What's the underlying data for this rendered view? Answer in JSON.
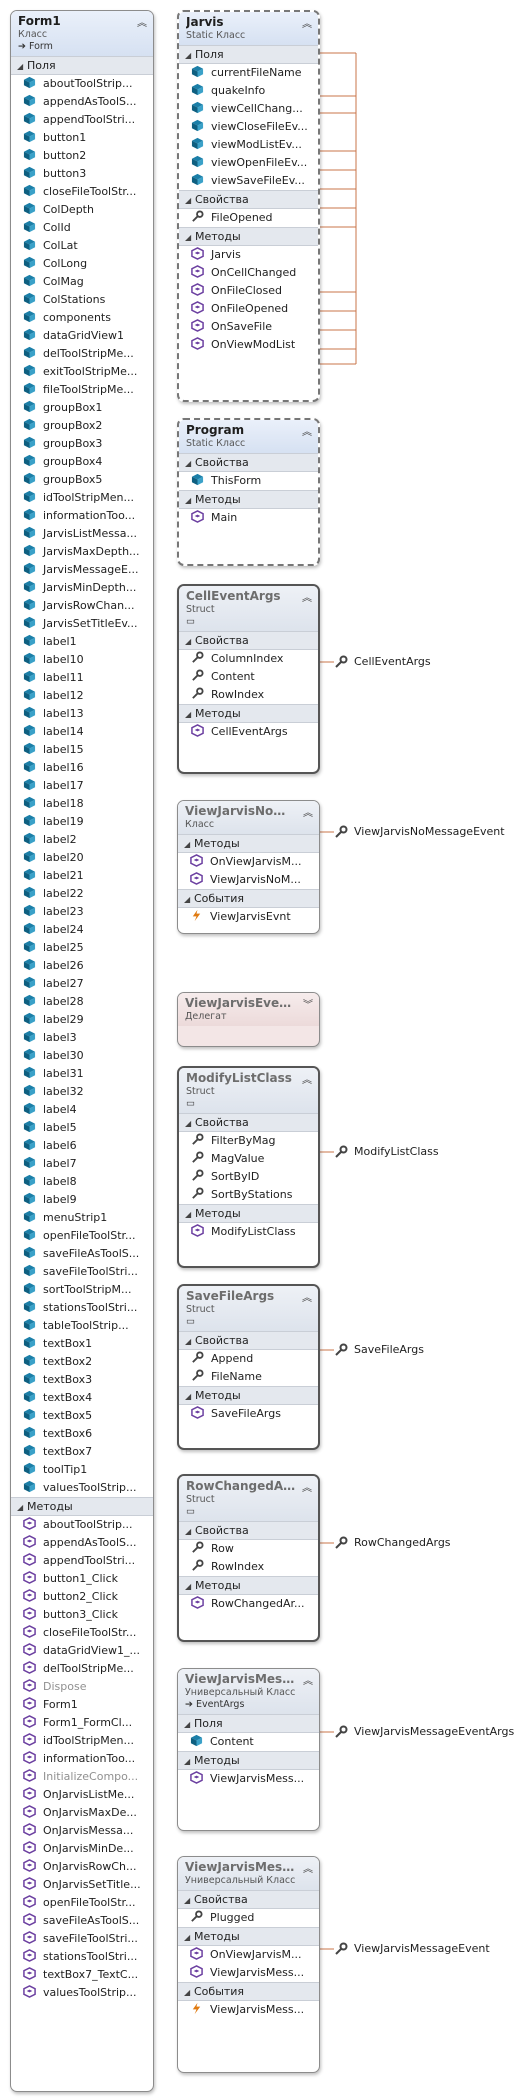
{
  "sections": {
    "fields": "Поля",
    "methods": "Методы",
    "props": "Свойства",
    "events": "События"
  },
  "form1": {
    "title": "Form1",
    "kind": "Класс",
    "base": "Form",
    "fields": [
      "aboutToolStrip...",
      "appendAsToolS...",
      "appendToolStri...",
      "button1",
      "button2",
      "button3",
      "closeFileToolStr...",
      "ColDepth",
      "ColId",
      "ColLat",
      "ColLong",
      "ColMag",
      "ColStations",
      "components",
      "dataGridView1",
      "delToolStripMe...",
      "exitToolStripMe...",
      "fileToolStripMe...",
      "groupBox1",
      "groupBox2",
      "groupBox3",
      "groupBox4",
      "groupBox5",
      "idToolStripMen...",
      "informationToo...",
      "JarvisListMessa...",
      "JarvisMaxDepth...",
      "JarvisMessageE...",
      "JarvisMinDepth...",
      "JarvisRowChan...",
      "JarvisSetTitleEv...",
      "label1",
      "label10",
      "label11",
      "label12",
      "label13",
      "label14",
      "label15",
      "label16",
      "label17",
      "label18",
      "label19",
      "label2",
      "label20",
      "label21",
      "label22",
      "label23",
      "label24",
      "label25",
      "label26",
      "label27",
      "label28",
      "label29",
      "label3",
      "label30",
      "label31",
      "label32",
      "label4",
      "label5",
      "label6",
      "label7",
      "label8",
      "label9",
      "menuStrip1",
      "openFileToolStr...",
      "saveFileAsToolS...",
      "saveFileToolStri...",
      "sortToolStripM...",
      "stationsToolStri...",
      "tableToolStrip...",
      "textBox1",
      "textBox2",
      "textBox3",
      "textBox4",
      "textBox5",
      "textBox6",
      "textBox7",
      "toolTip1",
      "valuesToolStrip..."
    ],
    "methods": [
      "aboutToolStrip...",
      "appendAsToolS...",
      "appendToolStri...",
      "button1_Click",
      "button2_Click",
      "button3_Click",
      "closeFileToolStr...",
      "dataGridView1_...",
      "delToolStripMe...",
      "Dispose",
      "Form1",
      "Form1_FormCl...",
      "idToolStripMen...",
      "informationToo...",
      "InitializeCompo...",
      "OnJarvisListMe...",
      "OnJarvisMaxDe...",
      "OnJarvisMessa...",
      "OnJarvisMinDe...",
      "OnJarvisRowCh...",
      "OnJarvisSetTitle...",
      "openFileToolStr...",
      "saveFileAsToolS...",
      "saveFileToolStri...",
      "stationsToolStri...",
      "textBox7_TextC...",
      "valuesToolStrip..."
    ]
  },
  "jarvis": {
    "title": "Jarvis",
    "kind": "Static Класс",
    "fields": [
      "currentFileName",
      "quakeInfo",
      "viewCellChang...",
      "viewCloseFileEv...",
      "viewModListEv...",
      "viewOpenFileEv...",
      "viewSaveFileEv..."
    ],
    "props": [
      "FileOpened"
    ],
    "methods": [
      "Jarvis",
      "OnCellChanged",
      "OnFileClosed",
      "OnFileOpened",
      "OnSaveFile",
      "OnViewModList"
    ]
  },
  "program": {
    "title": "Program",
    "kind": "Static Класс",
    "props": [
      "ThisForm"
    ],
    "methods": [
      "Main"
    ]
  },
  "celleventargs": {
    "title": "CellEventArgs",
    "kind": "Struct",
    "props": [
      "ColumnIndex",
      "Content",
      "RowIndex"
    ],
    "methods": [
      "CellEventArgs"
    ]
  },
  "viewjarvisnomessage": {
    "title": "ViewJarvisNoM...",
    "kind": "Класс",
    "methods": [
      "OnViewJarvisM...",
      "ViewJarvisNoM..."
    ],
    "events": [
      "ViewJarvisEvnt"
    ]
  },
  "viewjarvisevent": {
    "title": "ViewJarvisEvent...",
    "kind": "Делегат"
  },
  "modifylistclass": {
    "title": "ModifyListClass",
    "kind": "Struct",
    "props": [
      "FilterByMag",
      "MagValue",
      "SortByID",
      "SortByStations"
    ],
    "methods": [
      "ModifyListClass"
    ]
  },
  "savefileargs": {
    "title": "SaveFileArgs",
    "kind": "Struct",
    "props": [
      "Append",
      "FileName"
    ],
    "methods": [
      "SaveFileArgs"
    ]
  },
  "rowchangedargs": {
    "title": "RowChangedArgs",
    "kind": "Struct",
    "props": [
      "Row",
      "RowIndex"
    ],
    "methods": [
      "RowChangedAr..."
    ]
  },
  "viewjarvismessageargs": {
    "title": "ViewJarvisMess...",
    "kind": "Универсальный Класс",
    "base": "EventArgs",
    "fields": [
      "Content"
    ],
    "methods": [
      "ViewJarvisMess..."
    ]
  },
  "viewjarvismessageevent": {
    "title": "ViewJarvisMess...",
    "kind": "Универсальный Класс",
    "props": [
      "Plugged"
    ],
    "methods": [
      "OnViewJarvisM...",
      "ViewJarvisMess..."
    ],
    "events": [
      "ViewJarvisMess..."
    ]
  },
  "labels": {
    "celleventargs": "CellEventArgs",
    "viewjarvisnomessageevent": "ViewJarvisNoMessageEvent",
    "modifylistclass": "ModifyListClass",
    "savefileargs": "SaveFileArgs",
    "rowchangedargs": "RowChangedArgs",
    "viewjarvismessageeventargs": "ViewJarvisMessageEventArgs",
    "viewjarvismessageevent": "ViewJarvisMessageEvent"
  },
  "colors": {
    "connector": "#c8744a",
    "field_icon": "#1b7fa8",
    "method_icon": "#6b3fa0",
    "event_icon": "#e07a10",
    "wrench": "#444444"
  }
}
